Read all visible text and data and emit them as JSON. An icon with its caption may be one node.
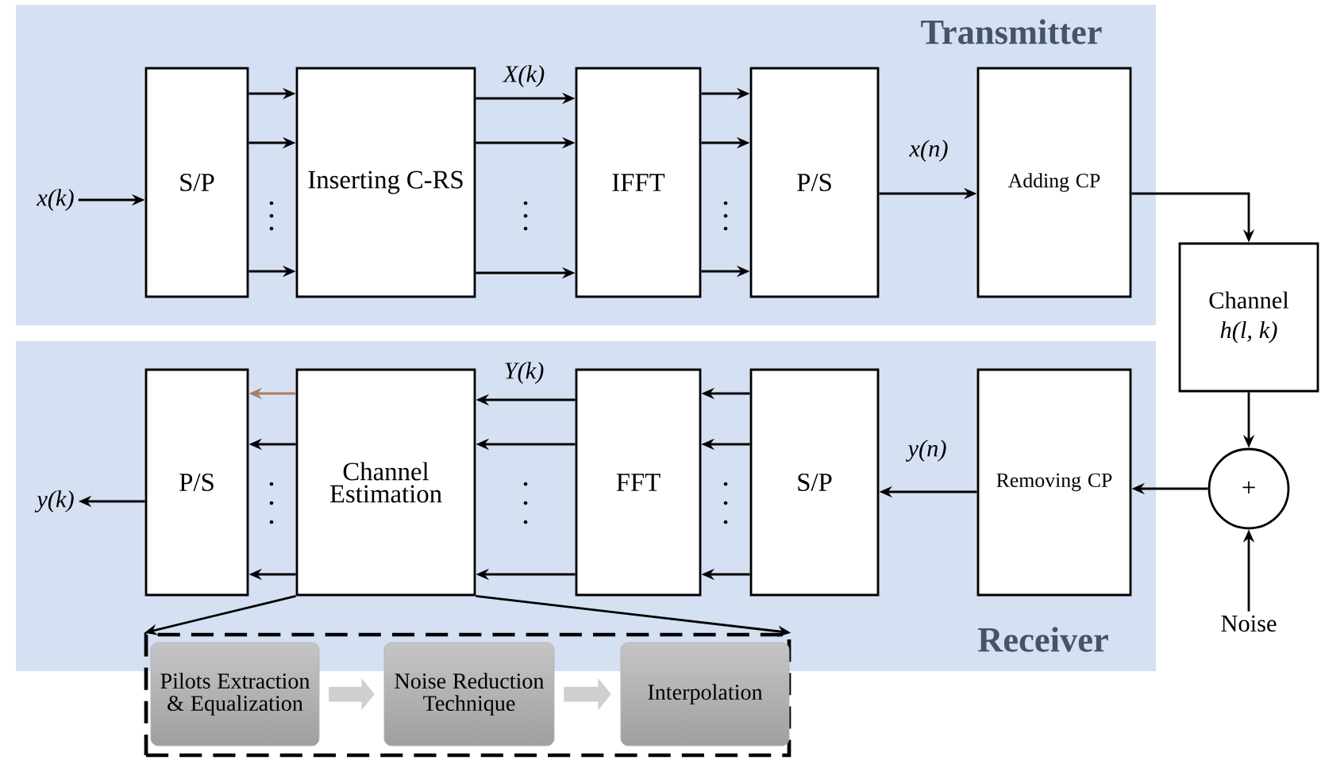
{
  "diagram": {
    "nodes": [
      {
        "text": [
          "Transmitter"
        ]
      },
      {
        "text": [
          "S/P"
        ],
        "in": 0
      },
      {
        "text": [
          "Inserting C-RS"
        ],
        "in": 0
      },
      {
        "text": [
          "IFFT"
        ],
        "in": 0
      },
      {
        "text": [
          "P/S"
        ],
        "in": 0
      },
      {
        "text": [
          "Adding CP"
        ],
        "in": 0
      },
      {
        "text": [
          "Channel",
          "h(l, k)"
        ]
      },
      {
        "text": [
          "Receiver"
        ]
      },
      {
        "text": [
          "Removing CP"
        ],
        "in": 7
      },
      {
        "text": [
          "S/P"
        ],
        "in": 7
      },
      {
        "text": [
          "FFT"
        ],
        "in": 7
      },
      {
        "text": [
          "Channel Estimation"
        ],
        "in": 7
      },
      {
        "text": [
          "P/S"
        ],
        "in": 7
      },
      {
        "text": [
          "+"
        ]
      },
      {
        "text": [
          "Noise"
        ]
      },
      {
        "text": [
          "x(k)"
        ],
        "in": 0
      },
      {
        "text": [
          "y(k)"
        ],
        "in": 7
      },
      {
        "text": [],
        "shape": "box"
      },
      {
        "text": [
          "Pilots Extraction & Equalization"
        ],
        "in": 17
      },
      {
        "text": [
          "Noise Reduction Technique"
        ],
        "in": 17
      },
      {
        "text": [
          "Interpolation"
        ],
        "in": 17
      }
    ],
    "edges": [
      {
        "from": 15,
        "to": 1,
        "arrow": "to"
      },
      {
        "from": 1,
        "to": 2,
        "arrow": "to"
      },
      {
        "from": 1,
        "to": 2,
        "arrow": "to"
      },
      {
        "from": 1,
        "to": 2,
        "arrow": "to"
      },
      {
        "from": 2,
        "to": 3,
        "arrow": "to",
        "label": "X(k)"
      },
      {
        "from": 2,
        "to": 3,
        "arrow": "to"
      },
      {
        "from": 2,
        "to": 3,
        "arrow": "to"
      },
      {
        "from": 3,
        "to": 4,
        "arrow": "to"
      },
      {
        "from": 3,
        "to": 4,
        "arrow": "to"
      },
      {
        "from": 3,
        "to": 4,
        "arrow": "to"
      },
      {
        "from": 4,
        "to": 5,
        "arrow": "to",
        "label": "x(n)"
      },
      {
        "from": 5,
        "to": 6,
        "arrow": "to"
      },
      {
        "from": 6,
        "to": 13,
        "arrow": "to"
      },
      {
        "from": 14,
        "to": 13,
        "arrow": "to"
      },
      {
        "from": 13,
        "to": 8,
        "arrow": "to"
      },
      {
        "from": 8,
        "to": 9,
        "arrow": "to",
        "label": "y(n)"
      },
      {
        "from": 9,
        "to": 10,
        "arrow": "to"
      },
      {
        "from": 9,
        "to": 10,
        "arrow": "to"
      },
      {
        "from": 9,
        "to": 10,
        "arrow": "to"
      },
      {
        "from": 10,
        "to": 11,
        "arrow": "to",
        "label": "Y(k)"
      },
      {
        "from": 10,
        "to": 11,
        "arrow": "to"
      },
      {
        "from": 10,
        "to": 11,
        "arrow": "to"
      },
      {
        "from": 11,
        "to": 12,
        "arrow": "to",
        "color": "#a87d62"
      },
      {
        "from": 11,
        "to": 12,
        "arrow": "to"
      },
      {
        "from": 11,
        "to": 12,
        "arrow": "to"
      },
      {
        "from": 12,
        "to": 16,
        "arrow": "to"
      },
      {
        "from": 11,
        "to": 17,
        "arrow": "to"
      },
      {
        "from": 11,
        "to": 17,
        "arrow": "to"
      },
      {
        "from": 18,
        "to": 19,
        "arrow": "to",
        "style": "thick",
        "color": "#cfcfcf"
      },
      {
        "from": 19,
        "to": 20,
        "arrow": "to",
        "style": "thick",
        "color": "#cfcfcf"
      }
    ]
  }
}
